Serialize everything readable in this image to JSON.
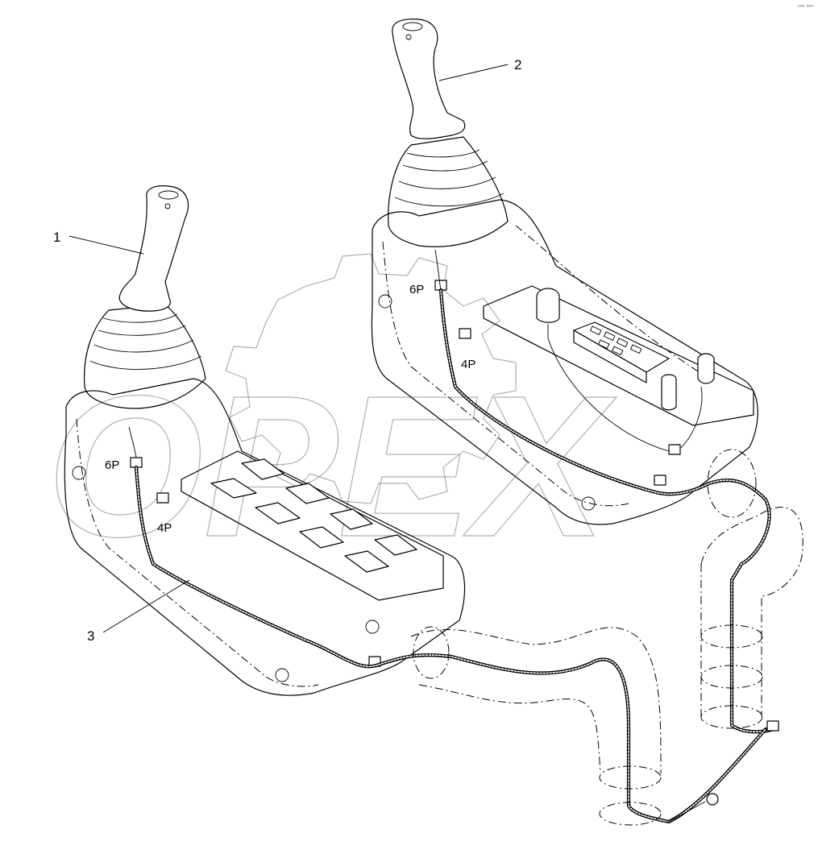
{
  "callouts": [
    {
      "id": "1",
      "label": "1"
    },
    {
      "id": "2",
      "label": "2"
    },
    {
      "id": "3",
      "label": "3"
    }
  ],
  "connectors": {
    "left_6p": "6P",
    "left_4p": "4P",
    "right_6p": "6P",
    "right_4p": "4P"
  },
  "watermark": {
    "text": "OPEX"
  },
  "corner_mark": "ᵒ⁰⁰ ⁰⁰⁰"
}
